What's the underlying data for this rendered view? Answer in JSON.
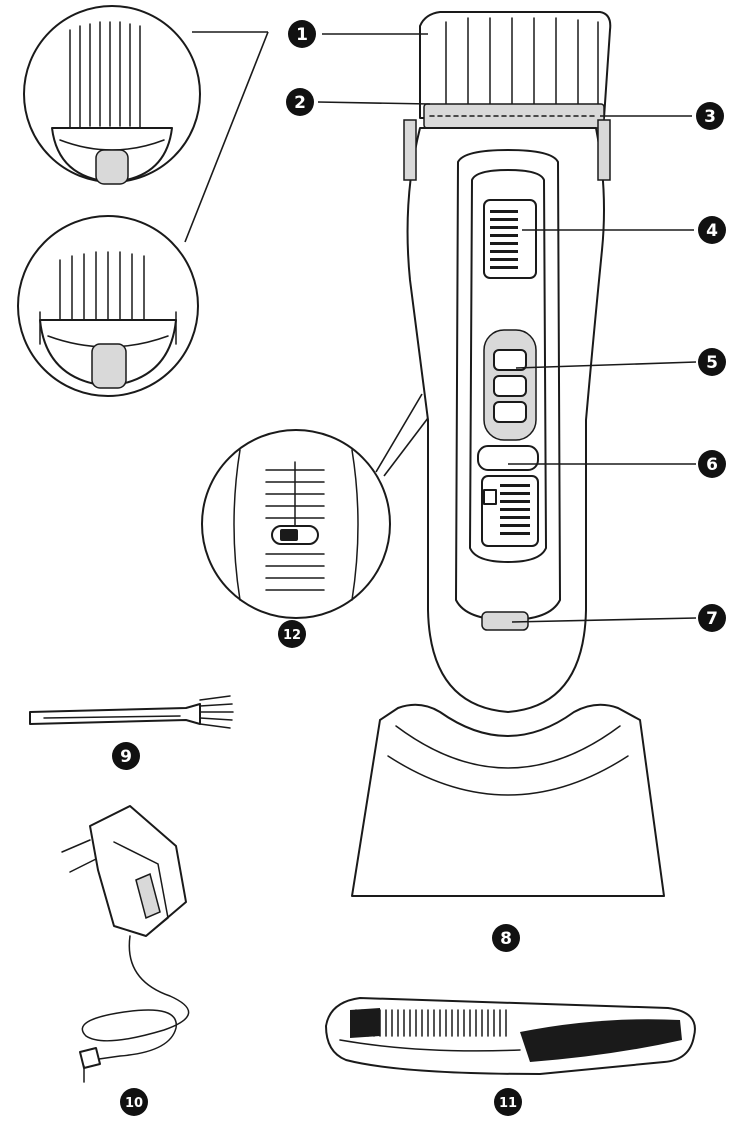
{
  "callouts": [
    {
      "id": "c1",
      "label": "1"
    },
    {
      "id": "c2",
      "label": "2"
    },
    {
      "id": "c3",
      "label": "3"
    },
    {
      "id": "c4",
      "label": "4"
    },
    {
      "id": "c5",
      "label": "5"
    },
    {
      "id": "c6",
      "label": "6"
    },
    {
      "id": "c7",
      "label": "7"
    },
    {
      "id": "c8",
      "label": "8"
    },
    {
      "id": "c9",
      "label": "9"
    },
    {
      "id": "c10",
      "label": "10"
    },
    {
      "id": "c11",
      "label": "11"
    },
    {
      "id": "c12",
      "label": "12"
    }
  ],
  "colors": {
    "ink": "#1a1a1a",
    "callout_fill": "#111111",
    "callout_text": "#ffffff",
    "panel_grey": "#d9d9d9"
  }
}
